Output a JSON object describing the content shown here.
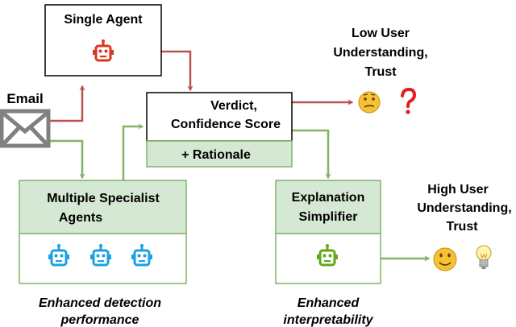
{
  "nodes": {
    "email": {
      "label": "Email",
      "icon": "envelope-icon"
    },
    "single_agent": {
      "label": "Single Agent",
      "icon": "robot-icon"
    },
    "verdict": {
      "line1": "Verdict,",
      "line2": "Confidence Score",
      "rationale": "+ Rationale"
    },
    "specialists": {
      "line1": "Multiple Specialist",
      "line2": "Agents",
      "icon": "robot-icon",
      "robot_count": 3
    },
    "simplifier": {
      "line1": "Explanation",
      "line2": "Simplifier",
      "icon": "robot-icon"
    }
  },
  "outcomes": {
    "low": {
      "line1": "Low User",
      "line2": "Understanding,",
      "line3": "Trust",
      "icons": [
        "confused-face-icon",
        "question-mark-icon"
      ]
    },
    "high": {
      "line1": "High User",
      "line2": "Understanding,",
      "line3": "Trust",
      "icons": [
        "smiling-face-icon",
        "light-bulb-icon"
      ]
    }
  },
  "captions": {
    "detection": {
      "line1": "Enhanced detection",
      "line2": "performance"
    },
    "interpretability": {
      "line1": "Enhanced",
      "line2": "interpretability"
    }
  },
  "colors": {
    "red_path": "#b85450",
    "green_path": "#82b366",
    "green_fill": "#d5e8d4",
    "robot_red": "#e0341e",
    "robot_blue": "#1ba1e2",
    "robot_green": "#60a917",
    "envelope": "#808080"
  }
}
